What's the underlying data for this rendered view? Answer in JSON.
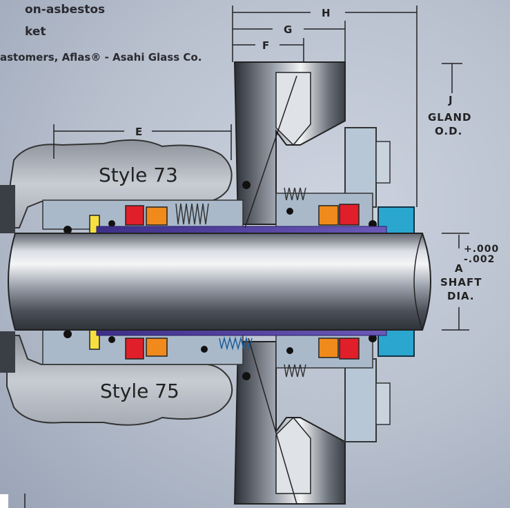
{
  "header": {
    "line1": "on-asbestos",
    "line2": "ket",
    "line3": "astomers, Aflas® - Asahi Glass Co."
  },
  "labels": {
    "style_top": "Style 73",
    "style_bottom": "Style 75"
  },
  "dimensions": {
    "h": "H",
    "g": "G",
    "f": "F",
    "e": "E",
    "j": "J",
    "gland_1": "GLAND",
    "gland_2": "O.D.",
    "tol_plus": "+.000",
    "tol_minus": "-.002",
    "a": "A",
    "shaft_1": "SHAFT",
    "shaft_2": "DIA."
  },
  "colors": {
    "shaft_purple": "#5a4aa0",
    "red_face": "#e01f2a",
    "orange_face": "#f08a1c",
    "yellow_pin": "#f5e040",
    "blue_collar": "#2aa6cf",
    "metal_light": "#b8c8d8"
  }
}
